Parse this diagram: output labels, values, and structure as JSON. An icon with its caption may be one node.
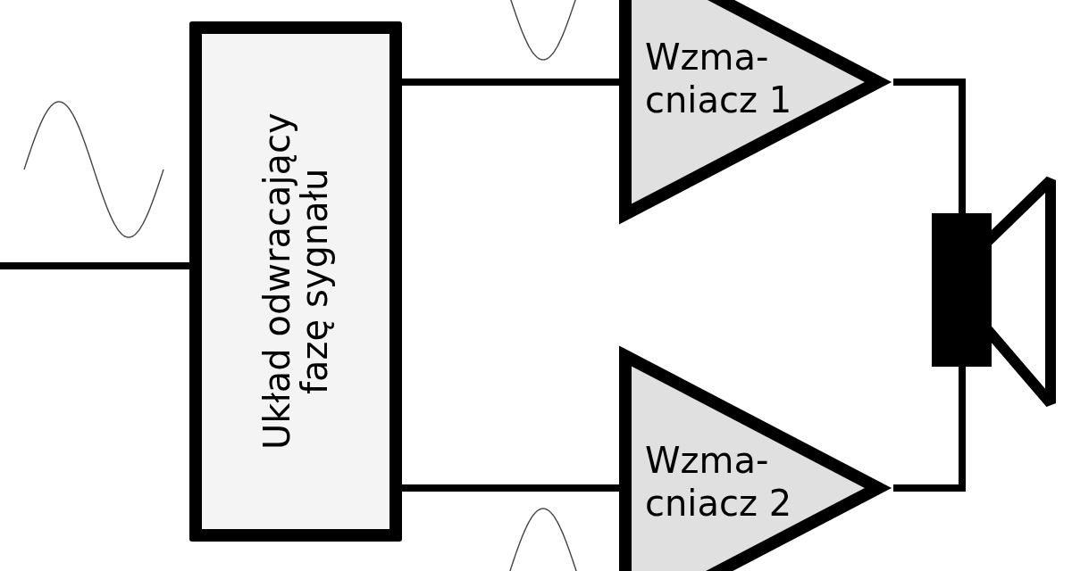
{
  "diagram": {
    "nodes": [
      {
        "text": [
          "Układ odwracający fazę sygnału"
        ]
      },
      {
        "text": [
          "Wzma- cniacz 1"
        ]
      },
      {
        "text": [
          "Wzma- cniacz 2"
        ]
      },
      {
        "text": [],
        "shape": "speaker"
      }
    ],
    "edges": [
      {
        "from": null,
        "to": 0,
        "arrow": "none"
      },
      {
        "from": 0,
        "to": 1,
        "arrow": "none"
      },
      {
        "from": 0,
        "to": 2,
        "arrow": "none"
      },
      {
        "from": 1,
        "to": 3,
        "arrow": "none"
      },
      {
        "from": 2,
        "to": 3,
        "arrow": "none"
      }
    ]
  }
}
